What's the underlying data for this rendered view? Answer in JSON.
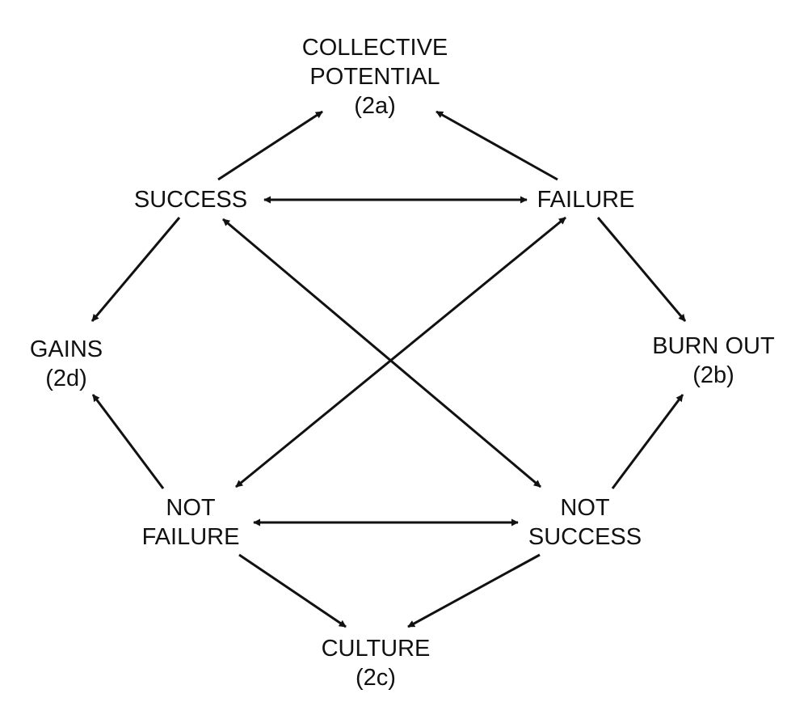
{
  "diagram": {
    "nodes": [
      {
        "id": "collective_potential",
        "lines": [
          "COLLECTIVE",
          "POTENTIAL",
          "(2a)"
        ]
      },
      {
        "id": "success",
        "lines": [
          "SUCCESS"
        ]
      },
      {
        "id": "failure",
        "lines": [
          "FAILURE"
        ]
      },
      {
        "id": "gains",
        "lines": [
          "GAINS",
          "(2d)"
        ]
      },
      {
        "id": "burn_out",
        "lines": [
          "BURN OUT",
          "(2b)"
        ]
      },
      {
        "id": "not_failure",
        "lines": [
          "NOT",
          "FAILURE"
        ]
      },
      {
        "id": "not_success",
        "lines": [
          "NOT",
          "SUCCESS"
        ]
      },
      {
        "id": "culture",
        "lines": [
          "CULTURE",
          "(2c)"
        ]
      }
    ],
    "edges": [
      {
        "from": "success",
        "to": "collective_potential",
        "bidirectional": false
      },
      {
        "from": "failure",
        "to": "collective_potential",
        "bidirectional": false
      },
      {
        "from": "success",
        "to": "failure",
        "bidirectional": true
      },
      {
        "from": "success",
        "to": "gains",
        "bidirectional": false
      },
      {
        "from": "failure",
        "to": "burn_out",
        "bidirectional": false
      },
      {
        "from": "success",
        "to": "not_success",
        "bidirectional": true
      },
      {
        "from": "failure",
        "to": "not_failure",
        "bidirectional": true
      },
      {
        "from": "not_failure",
        "to": "gains",
        "bidirectional": false
      },
      {
        "from": "not_success",
        "to": "burn_out",
        "bidirectional": false
      },
      {
        "from": "not_failure",
        "to": "not_success",
        "bidirectional": true
      },
      {
        "from": "not_failure",
        "to": "culture",
        "bidirectional": false
      },
      {
        "from": "not_success",
        "to": "culture",
        "bidirectional": false
      }
    ],
    "colors": {
      "line": "#111111",
      "text": "#111111",
      "background": "#ffffff"
    }
  }
}
